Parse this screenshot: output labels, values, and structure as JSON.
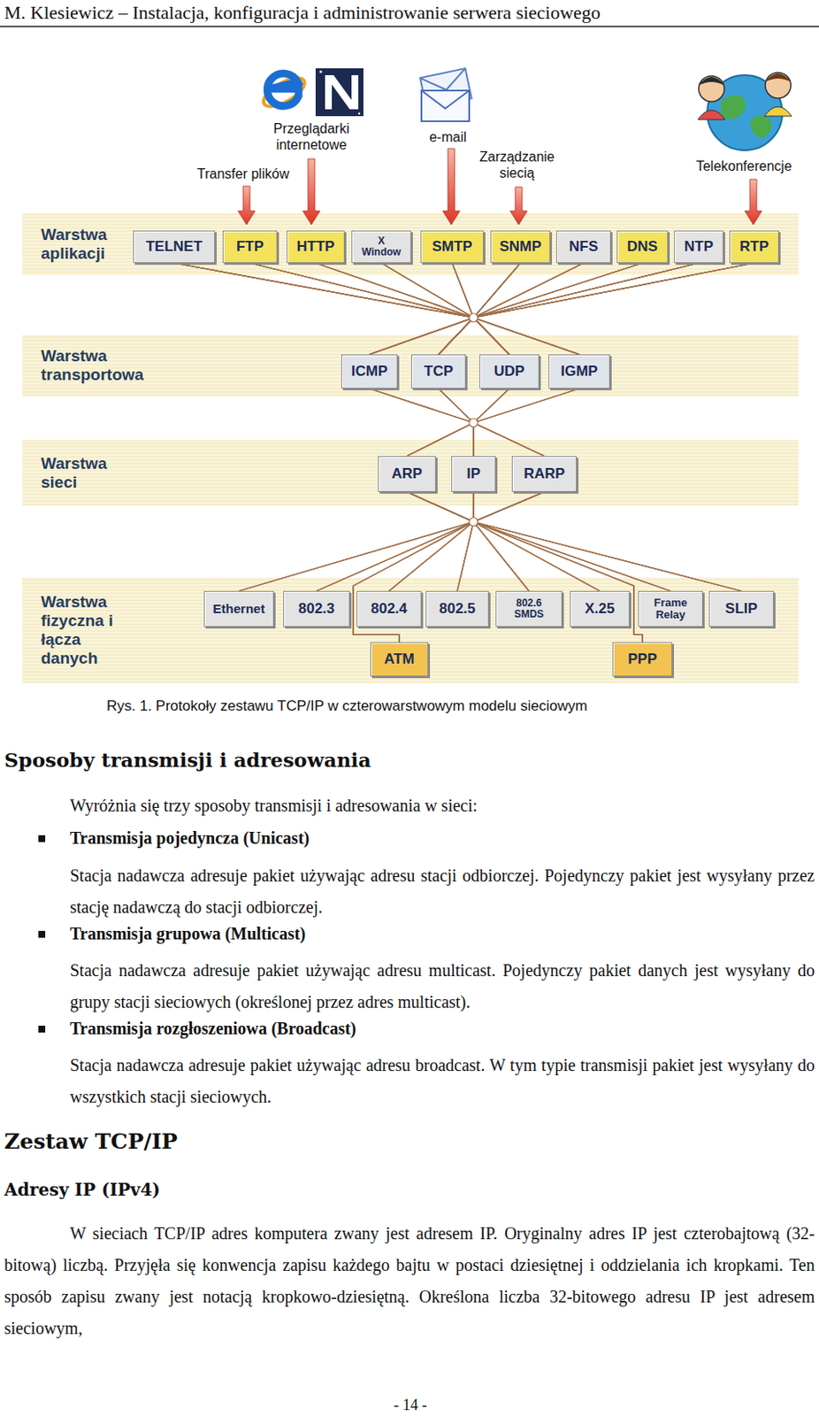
{
  "diagram": {
    "caption": "Rys. 1. Protokoły zestawu TCP/IP w czterowarstwowym modelu sieciowym",
    "nodes": [
      {
        "text": [
          "Warstwa aplikacji"
        ]
      },
      {
        "text": [
          "TELNET"
        ],
        "in": 0
      },
      {
        "text": [
          "FTP"
        ],
        "in": 0
      },
      {
        "text": [
          "HTTP"
        ],
        "in": 0
      },
      {
        "text": [
          "X Window"
        ],
        "in": 0
      },
      {
        "text": [
          "SMTP"
        ],
        "in": 0
      },
      {
        "text": [
          "SNMP"
        ],
        "in": 0
      },
      {
        "text": [
          "NFS"
        ],
        "in": 0
      },
      {
        "text": [
          "DNS"
        ],
        "in": 0
      },
      {
        "text": [
          "NTP"
        ],
        "in": 0
      },
      {
        "text": [
          "RTP"
        ],
        "in": 0
      },
      {
        "text": [
          "Warstwa transportowa"
        ]
      },
      {
        "text": [
          "ICMP"
        ],
        "in": 11
      },
      {
        "text": [
          "TCP"
        ],
        "in": 11
      },
      {
        "text": [
          "UDP"
        ],
        "in": 11
      },
      {
        "text": [
          "IGMP"
        ],
        "in": 11
      },
      {
        "text": [
          "Warstwa sieci"
        ]
      },
      {
        "text": [
          "ARP"
        ],
        "in": 16
      },
      {
        "text": [
          "IP"
        ],
        "in": 16
      },
      {
        "text": [
          "RARP"
        ],
        "in": 16
      },
      {
        "text": [
          "Warstwa fizyczna i łącza danych"
        ]
      },
      {
        "text": [
          "Ethernet"
        ],
        "in": 20
      },
      {
        "text": [
          "802.3"
        ],
        "in": 20
      },
      {
        "text": [
          "802.4"
        ],
        "in": 20
      },
      {
        "text": [
          "802.5"
        ],
        "in": 20
      },
      {
        "text": [
          "802.6 SMDS"
        ],
        "in": 20
      },
      {
        "text": [
          "X.25"
        ],
        "in": 20
      },
      {
        "text": [
          "Frame Relay"
        ],
        "in": 20
      },
      {
        "text": [
          "SLIP"
        ],
        "in": 20
      },
      {
        "text": [
          "ATM"
        ],
        "in": 20
      },
      {
        "text": [
          "PPP"
        ],
        "in": 20
      }
    ],
    "edges": [
      {
        "from": 1,
        "to": 12,
        "arrow": "none"
      },
      {
        "from": 1,
        "to": 13,
        "arrow": "none"
      },
      {
        "from": 1,
        "to": 14,
        "arrow": "none"
      },
      {
        "from": 1,
        "to": 15,
        "arrow": "none"
      },
      {
        "from": 2,
        "to": 12,
        "arrow": "none"
      },
      {
        "from": 2,
        "to": 13,
        "arrow": "none"
      },
      {
        "from": 2,
        "to": 14,
        "arrow": "none"
      },
      {
        "from": 2,
        "to": 15,
        "arrow": "none"
      },
      {
        "from": 3,
        "to": 12,
        "arrow": "none"
      },
      {
        "from": 3,
        "to": 13,
        "arrow": "none"
      },
      {
        "from": 3,
        "to": 14,
        "arrow": "none"
      },
      {
        "from": 3,
        "to": 15,
        "arrow": "none"
      },
      {
        "from": 4,
        "to": 12,
        "arrow": "none"
      },
      {
        "from": 4,
        "to": 13,
        "arrow": "none"
      },
      {
        "from": 4,
        "to": 14,
        "arrow": "none"
      },
      {
        "from": 4,
        "to": 15,
        "arrow": "none"
      },
      {
        "from": 5,
        "to": 12,
        "arrow": "none"
      },
      {
        "from": 5,
        "to": 13,
        "arrow": "none"
      },
      {
        "from": 5,
        "to": 14,
        "arrow": "none"
      },
      {
        "from": 5,
        "to": 15,
        "arrow": "none"
      },
      {
        "from": 6,
        "to": 12,
        "arrow": "none"
      },
      {
        "from": 6,
        "to": 13,
        "arrow": "none"
      },
      {
        "from": 6,
        "to": 14,
        "arrow": "none"
      },
      {
        "from": 6,
        "to": 15,
        "arrow": "none"
      },
      {
        "from": 7,
        "to": 12,
        "arrow": "none"
      },
      {
        "from": 7,
        "to": 13,
        "arrow": "none"
      },
      {
        "from": 7,
        "to": 14,
        "arrow": "none"
      },
      {
        "from": 7,
        "to": 15,
        "arrow": "none"
      },
      {
        "from": 8,
        "to": 12,
        "arrow": "none"
      },
      {
        "from": 8,
        "to": 13,
        "arrow": "none"
      },
      {
        "from": 8,
        "to": 14,
        "arrow": "none"
      },
      {
        "from": 8,
        "to": 15,
        "arrow": "none"
      },
      {
        "from": 9,
        "to": 12,
        "arrow": "none"
      },
      {
        "from": 9,
        "to": 13,
        "arrow": "none"
      },
      {
        "from": 9,
        "to": 14,
        "arrow": "none"
      },
      {
        "from": 9,
        "to": 15,
        "arrow": "none"
      },
      {
        "from": 10,
        "to": 12,
        "arrow": "none"
      },
      {
        "from": 10,
        "to": 13,
        "arrow": "none"
      },
      {
        "from": 10,
        "to": 14,
        "arrow": "none"
      },
      {
        "from": 10,
        "to": 15,
        "arrow": "none"
      },
      {
        "from": 12,
        "to": 17,
        "arrow": "none"
      },
      {
        "from": 12,
        "to": 18,
        "arrow": "none"
      },
      {
        "from": 12,
        "to": 19,
        "arrow": "none"
      },
      {
        "from": 13,
        "to": 17,
        "arrow": "none"
      },
      {
        "from": 13,
        "to": 18,
        "arrow": "none"
      },
      {
        "from": 13,
        "to": 19,
        "arrow": "none"
      },
      {
        "from": 14,
        "to": 17,
        "arrow": "none"
      },
      {
        "from": 14,
        "to": 18,
        "arrow": "none"
      },
      {
        "from": 14,
        "to": 19,
        "arrow": "none"
      },
      {
        "from": 15,
        "to": 17,
        "arrow": "none"
      },
      {
        "from": 15,
        "to": 18,
        "arrow": "none"
      },
      {
        "from": 15,
        "to": 19,
        "arrow": "none"
      },
      {
        "from": 17,
        "to": 21,
        "arrow": "none"
      },
      {
        "from": 17,
        "to": 22,
        "arrow": "none"
      },
      {
        "from": 17,
        "to": 23,
        "arrow": "none"
      },
      {
        "from": 17,
        "to": 24,
        "arrow": "none"
      },
      {
        "from": 17,
        "to": 25,
        "arrow": "none"
      },
      {
        "from": 17,
        "to": 26,
        "arrow": "none"
      },
      {
        "from": 17,
        "to": 27,
        "arrow": "none"
      },
      {
        "from": 17,
        "to": 28,
        "arrow": "none"
      },
      {
        "from": 17,
        "to": 29,
        "arrow": "none"
      },
      {
        "from": 17,
        "to": 30,
        "arrow": "none"
      },
      {
        "from": 18,
        "to": 21,
        "arrow": "none"
      },
      {
        "from": 18,
        "to": 22,
        "arrow": "none"
      },
      {
        "from": 18,
        "to": 23,
        "arrow": "none"
      },
      {
        "from": 18,
        "to": 24,
        "arrow": "none"
      },
      {
        "from": 18,
        "to": 25,
        "arrow": "none"
      },
      {
        "from": 18,
        "to": 26,
        "arrow": "none"
      },
      {
        "from": 18,
        "to": 27,
        "arrow": "none"
      },
      {
        "from": 18,
        "to": 28,
        "arrow": "none"
      },
      {
        "from": 18,
        "to": 29,
        "arrow": "none"
      },
      {
        "from": 18,
        "to": 30,
        "arrow": "none"
      },
      {
        "from": 19,
        "to": 21,
        "arrow": "none"
      },
      {
        "from": 19,
        "to": 22,
        "arrow": "none"
      },
      {
        "from": 19,
        "to": 23,
        "arrow": "none"
      },
      {
        "from": 19,
        "to": 24,
        "arrow": "none"
      },
      {
        "from": 19,
        "to": 25,
        "arrow": "none"
      },
      {
        "from": 19,
        "to": 26,
        "arrow": "none"
      },
      {
        "from": 19,
        "to": 27,
        "arrow": "none"
      },
      {
        "from": 19,
        "to": 28,
        "arrow": "none"
      },
      {
        "from": 19,
        "to": 29,
        "arrow": "none"
      },
      {
        "from": 19,
        "to": 30,
        "arrow": "none"
      }
    ],
    "labels": [
      "M. Klesiewicz – Instalacja, konfiguracja i administrowanie serwera sieciowego",
      "Przeglądarki internetowe",
      "e-mail",
      "Transfer plików",
      "Zarządzanie siecią",
      "Telekonferencje",
      "Wyróżnia się trzy sposoby transmisji i adresowania w sieci:",
      "Transmisja pojedyncza (Unicast)",
      "Stacja nadawcza adresuje pakiet używając adresu stacji odbiorczej. Pojedynczy pakiet jest wysyłany przez stację nadawczą do stacji odbiorczej.",
      "Transmisja grupowa (Multicast)",
      "Stacja nadawcza adresuje pakiet używając adresu multicast. Pojedynczy pakiet danych jest wysyłany do grupy stacji sieciowych (określonej przez adres multicast).",
      "Transmisja rozgłoszeniowa (Broadcast)",
      "Stacja nadawcza adresuje pakiet używając adresu broadcast. W tym typie transmisji pakiet jest wysyłany do wszystkich stacji sieciowych.",
      "Zestaw TCP/IP",
      "Adresy IP (IPv4)",
      "W sieciach TCP/IP adres komputera zwany jest adresem IP. Oryginalny adres IP jest czterobajtową (32-bitową) liczbą. Przyjęła się konwencja zapisu każdego bajtu w postaci dziesiętnej i oddzielania ich kropkami. Ten sposób zapisu zwany jest notacją kropkowo-dziesiętną. Określona liczba 32-bitowego adresu IP jest adresem sieciowym,",
      "- 14 -",
      "Sposoby transmisji i adresowania"
    ]
  }
}
